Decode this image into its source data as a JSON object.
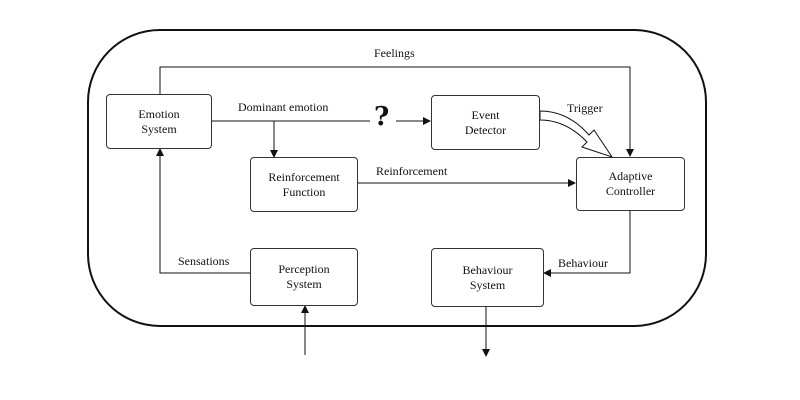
{
  "boxes": {
    "emotion": [
      "Emotion",
      "System"
    ],
    "event": [
      "Event",
      "Detector"
    ],
    "reinforcement": [
      "Reinforcement",
      "Function"
    ],
    "adaptive": [
      "Adaptive",
      "Controller"
    ],
    "perception": [
      "Perception",
      "System"
    ],
    "behaviour": [
      "Behaviour",
      "System"
    ]
  },
  "labels": {
    "feelings": "Feelings",
    "dominant_emotion": "Dominant emotion",
    "question_mark": "?",
    "trigger": "Trigger",
    "reinforcement": "Reinforcement",
    "sensations": "Sensations",
    "behaviour": "Behaviour"
  }
}
